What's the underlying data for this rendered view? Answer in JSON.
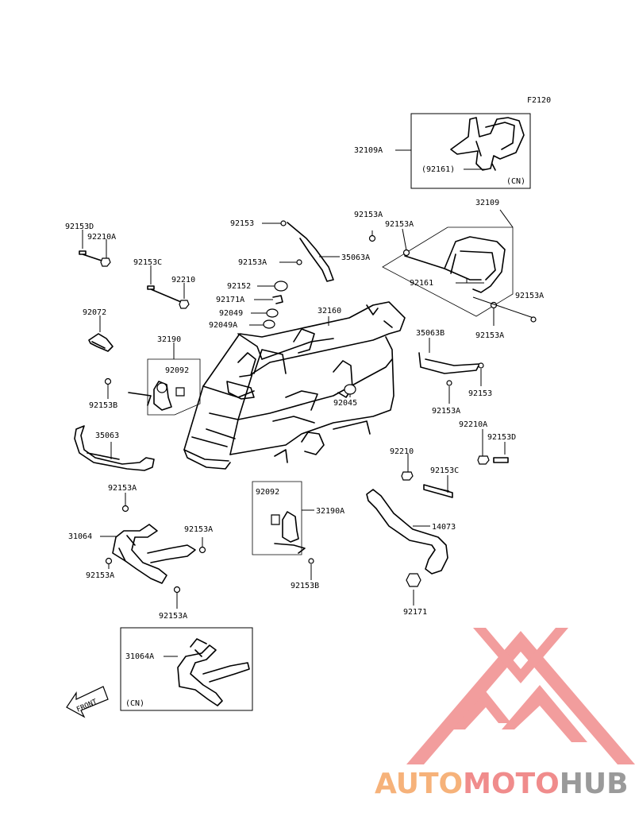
{
  "figure_code": "F2120",
  "front_label": "FRONT",
  "logo": {
    "text_a": "AUTO",
    "text_b": "MOTO",
    "text_c": "HUB",
    "color_a": "#f6b27a",
    "color_b": "#f08c8c",
    "color_c": "#9a9a9a",
    "mark_color": "#f08c8c"
  },
  "parts": {
    "p32109A": "32109A",
    "p92161_cn": "(92161)",
    "cn1": "(CN)",
    "p32109": "32109",
    "p92153A_a": "92153A",
    "p92153A_b": "92153A",
    "p92161": "92161",
    "p92153A_c": "92153A",
    "p92153A_d": "92153A",
    "p92153D_a": "92153D",
    "p92210A_a": "92210A",
    "p92153": "92153",
    "p35063A": "35063A",
    "p92153A_e": "92153A",
    "p92153C_a": "92153C",
    "p92210_a": "92210",
    "p92152": "92152",
    "p92171A": "92171A",
    "p32160": "32160",
    "p92049": "92049",
    "p92049A": "92049A",
    "p92072": "92072",
    "p35063B": "35063B",
    "p32190": "32190",
    "p92092_a": "92092",
    "p92153B_a": "92153B",
    "p92153_b": "92153",
    "p92045": "92045",
    "p92153A_f": "92153A",
    "p35063": "35063",
    "p92210A_b": "92210A",
    "p92153D_b": "92153D",
    "p92210_b": "92210",
    "p92153C_b": "92153C",
    "p92153A_g": "92153A",
    "p92092_b": "92092",
    "p32190A": "32190A",
    "p14073": "14073",
    "p31064": "31064",
    "p92153A_h": "92153A",
    "p92153A_i": "92153A",
    "p92153B_b": "92153B",
    "p92153A_j": "92153A",
    "p92171": "92171",
    "p31064A": "31064A",
    "cn2": "(CN)"
  }
}
